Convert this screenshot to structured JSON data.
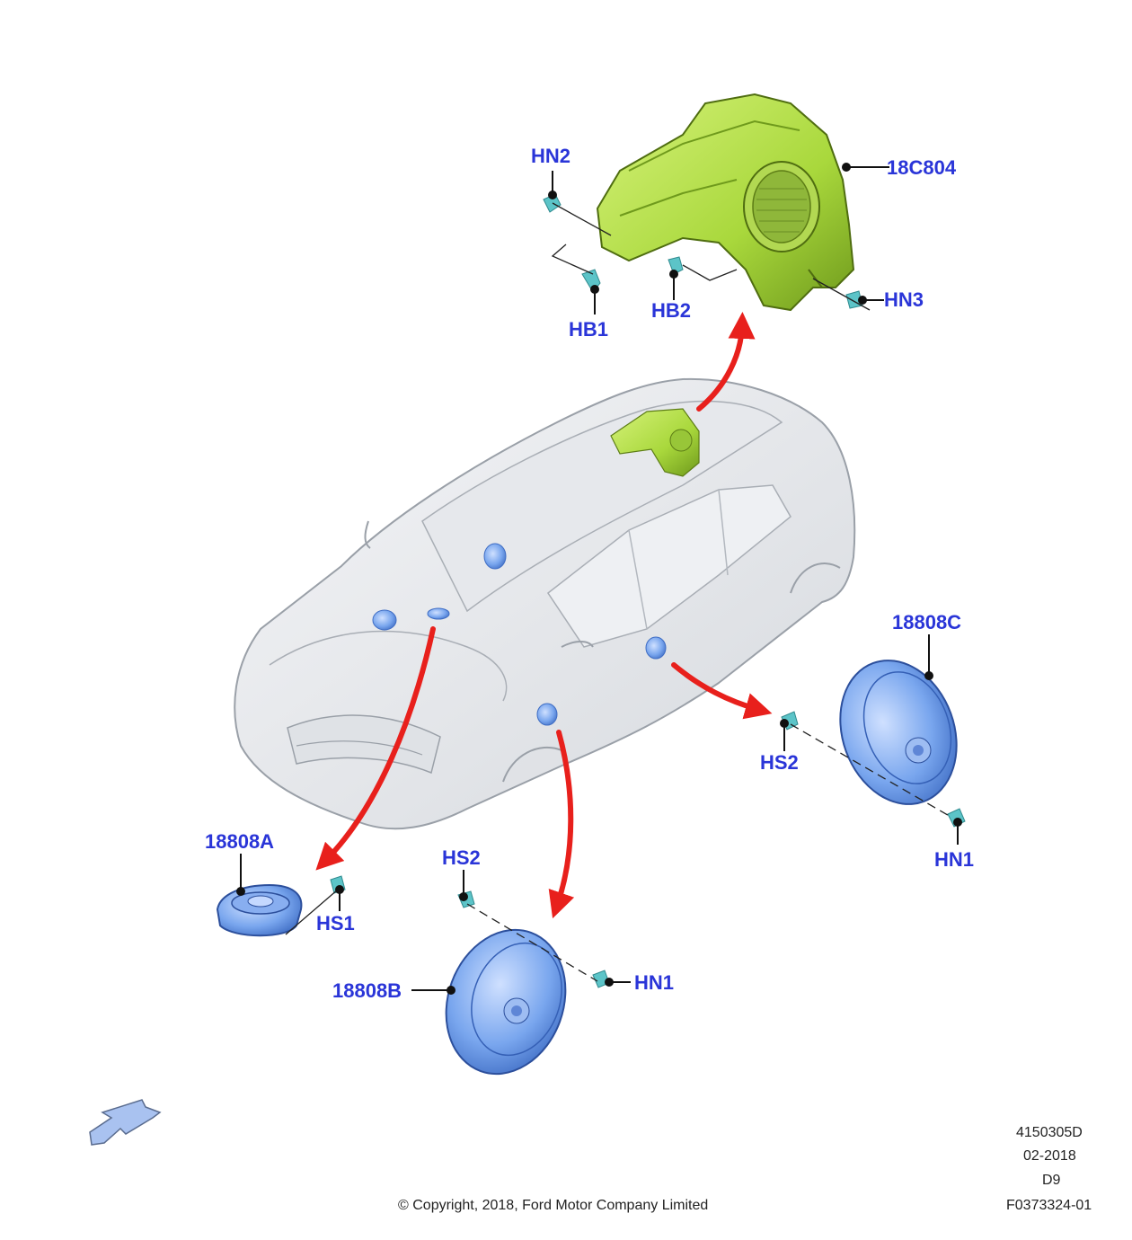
{
  "colors": {
    "label": "#2a35d8",
    "arrow": "#e8201c",
    "highlight_part": "#b8e64a",
    "speaker_part": "#6f9fe8",
    "fastener": "#5cc4c8",
    "vehicle": "#e8eaee",
    "outline": "#8a8f98"
  },
  "callouts": {
    "hn2": "HN2",
    "c18c804": "18C804",
    "hb1": "HB1",
    "hb2": "HB2",
    "hn3": "HN3",
    "c18808c": "18808C",
    "hs2_right": "HS2",
    "hn1_right": "HN1",
    "c18808a": "18808A",
    "hs1": "HS1",
    "hs2_left": "HS2",
    "hn1_left": "HN1",
    "c18808b": "18808B"
  },
  "footer": {
    "copyright": "© Copyright, 2018, Ford Motor Company Limited",
    "ref_code": "4150305D",
    "date": "02-2018",
    "version": "D9",
    "figure_id": "F0373324-01"
  },
  "icons": {
    "orientation": "front-direction-arrow-icon"
  }
}
